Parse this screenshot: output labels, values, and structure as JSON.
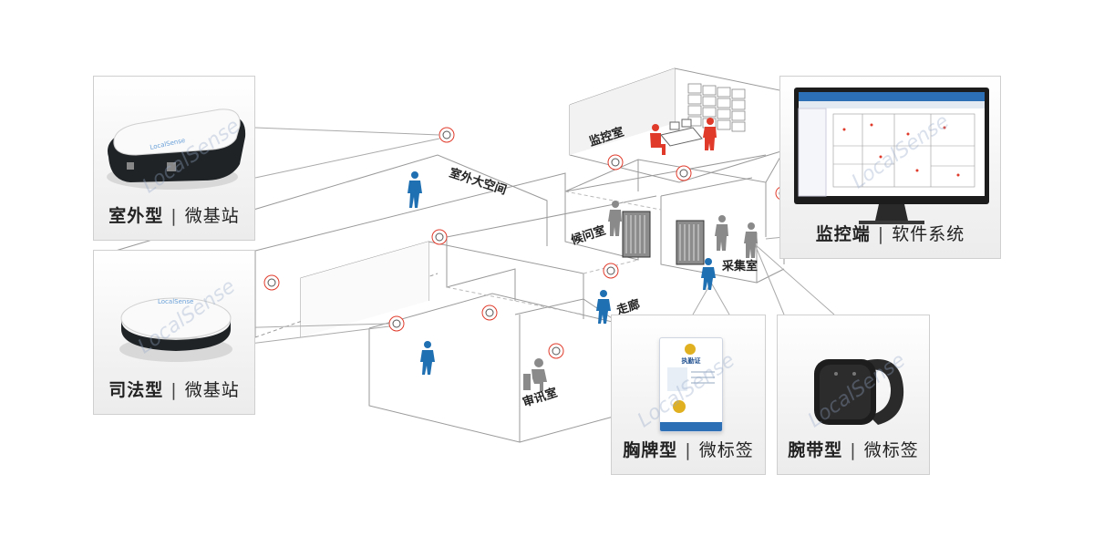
{
  "products": {
    "outdoor": {
      "bold": "室外型",
      "sep": "|",
      "sub": "微基站"
    },
    "judicial": {
      "bold": "司法型",
      "sep": "|",
      "sub": "微基站"
    },
    "badge": {
      "bold": "胸牌型",
      "sep": "|",
      "sub": "微标签"
    },
    "wristband": {
      "bold": "腕带型",
      "sep": "|",
      "sub": "微标签"
    },
    "monitor": {
      "bold": "监控端",
      "sep": "|",
      "sub": "软件系统"
    }
  },
  "rooms": {
    "outdoor_space": "室外大空间",
    "monitor_room": "监控室",
    "waiting_room": "候问室",
    "collection_room": "采集室",
    "corridor": "走廊",
    "interrogation_room": "审讯室"
  },
  "badge_card": {
    "title": "执勤证"
  },
  "watermark": "LocalSense",
  "colors": {
    "accent_red": "#e03a2a",
    "person_blue": "#1f6fb3",
    "person_gray": "#8a8a8a"
  }
}
